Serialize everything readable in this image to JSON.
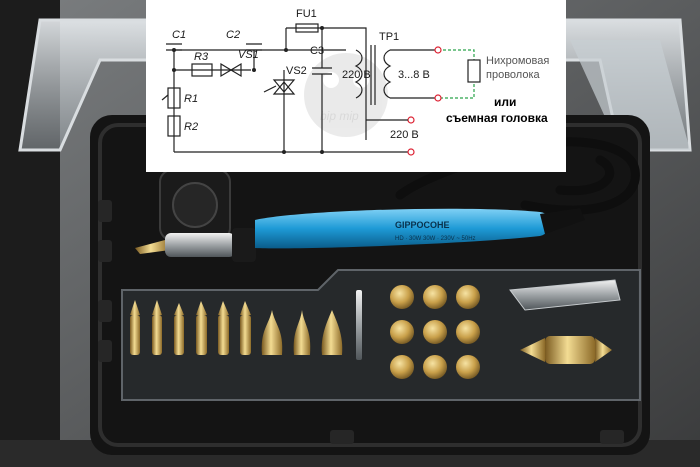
{
  "schematic": {
    "components": {
      "c1": "C1",
      "c2": "C2",
      "c3": "C3",
      "r1": "R1",
      "r2": "R2",
      "r3": "R3",
      "vs1": "VS1",
      "vs2": "VS2",
      "fu1": "FU1",
      "tp1": "TP1"
    },
    "voltages": {
      "primary": "220 В",
      "secondary": "3...8 В",
      "mains": "220 В"
    },
    "load_label_line1": "Нихромовая",
    "load_label_line2": "проволока",
    "or_label": "или",
    "alt_label": "съемная головка",
    "watermark": "bip mip"
  },
  "photo": {
    "iron_brand": "GIPPOCOHE",
    "iron_spec": "HD · 30W 30W · 230V ~ 50Hz",
    "colors": {
      "case": "#141414",
      "lid": "#bfc6cc",
      "handle": "#1e9ad6",
      "brass": "#c9a04a"
    }
  }
}
